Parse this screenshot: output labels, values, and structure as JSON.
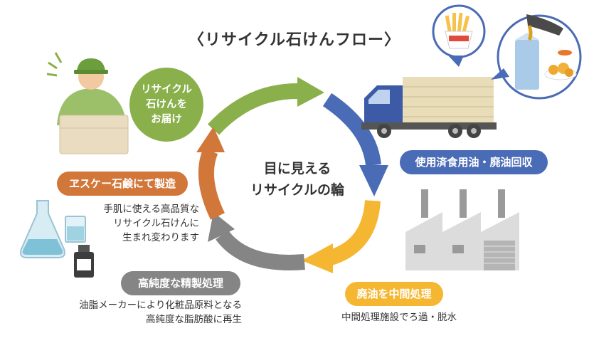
{
  "title": "〈リサイクル石けんフロー〉",
  "center_label": [
    "目に見える",
    "リサイクルの輪"
  ],
  "steps": {
    "collect": {
      "label": "使用済食用油・廃油回収"
    },
    "intermediate": {
      "label": "廃油を中間処理",
      "desc": [
        "中間処理施設でろ過・脱水"
      ]
    },
    "refine": {
      "label": "高純度な精製処理",
      "desc": [
        "油脂メーカーにより化粧品原料となる",
        "高純度な脂肪酸に再生"
      ]
    },
    "soap": {
      "label": "ヱスケー石鹸にて製造",
      "desc": [
        "手肌に使える高品質な",
        "リサイクル石けんに",
        "生まれ変わります"
      ]
    },
    "deliver": {
      "label": [
        "リサイクル",
        "石けんを",
        "お届け"
      ]
    }
  },
  "colors": {
    "green": "#8ab04c",
    "blue": "#4a6bb5",
    "yellow": "#f5b731",
    "gray": "#858585",
    "orange": "#d2773a"
  },
  "icons": [
    "delivery-person-icon",
    "truck-icon",
    "fries-icon",
    "cooking-oil-icon",
    "factory-icon",
    "lab-flask-icon",
    "beaker-icon",
    "bottle-icon"
  ]
}
